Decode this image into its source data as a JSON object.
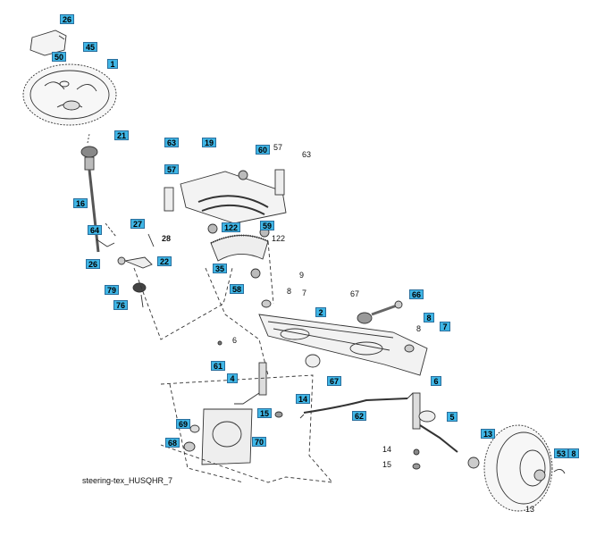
{
  "diagram": {
    "caption": "steering-tex_HUSQHR_7",
    "callouts": {
      "c26": "26",
      "c45": "45",
      "c50": "50",
      "c1": "1",
      "c21": "21",
      "c16": "16",
      "c64": "64",
      "c26b": "26",
      "c27": "27",
      "c28": "28",
      "c22": "22",
      "c79": "79",
      "c76": "76",
      "c63a": "63",
      "c57a": "57",
      "c19": "19",
      "c60": "60",
      "c57b": "57",
      "c63b": "63",
      "c122a": "122",
      "c59": "59",
      "c122b": "122",
      "c35": "35",
      "c58": "58",
      "c9": "9",
      "c8a": "8",
      "c7a": "7",
      "c2": "2",
      "c67a": "67",
      "c66": "66",
      "c8b": "8",
      "c8c": "8",
      "c7b": "7",
      "c6a": "6",
      "c61": "61",
      "c67b": "67",
      "c6b": "6",
      "c4": "4",
      "c14a": "14",
      "c15a": "15",
      "c62": "62",
      "c5": "5",
      "c69": "69",
      "c68": "68",
      "c70": "70",
      "c14b": "14",
      "c15b": "15",
      "c13": "13",
      "c53": "53",
      "c8d": "8",
      "c13b": "13"
    }
  }
}
